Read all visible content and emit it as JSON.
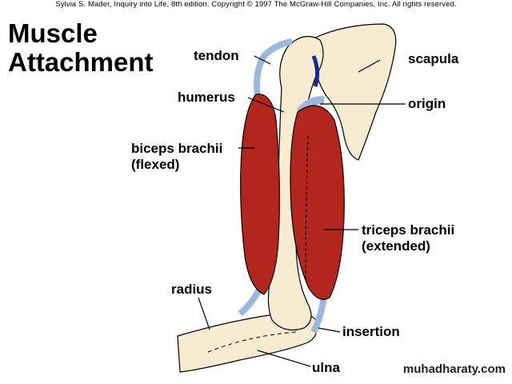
{
  "copyright": "Sylvia S. Mader, Inquiry into Life, 8th edition. Copyright © 1997 The McGraw-Hill Companies, Inc. All rights reserved.",
  "title": {
    "line1": "Muscle",
    "line2": "Attachment"
  },
  "labels": {
    "tendon": "tendon",
    "scapula": "scapula",
    "humerus": "humerus",
    "origin": "origin",
    "biceps_line1": "biceps brachii",
    "biceps_line2": "(flexed)",
    "triceps_line1": "triceps brachii",
    "triceps_line2": "(extended)",
    "radius": "radius",
    "insertion": "insertion",
    "ulna": "ulna"
  },
  "watermark": "muhadharaty.com",
  "colors": {
    "muscle": "#b3261e",
    "bone": "#f7ecd2",
    "tendon": "#9bb8dc",
    "cartilage": "#1a2a8c"
  }
}
